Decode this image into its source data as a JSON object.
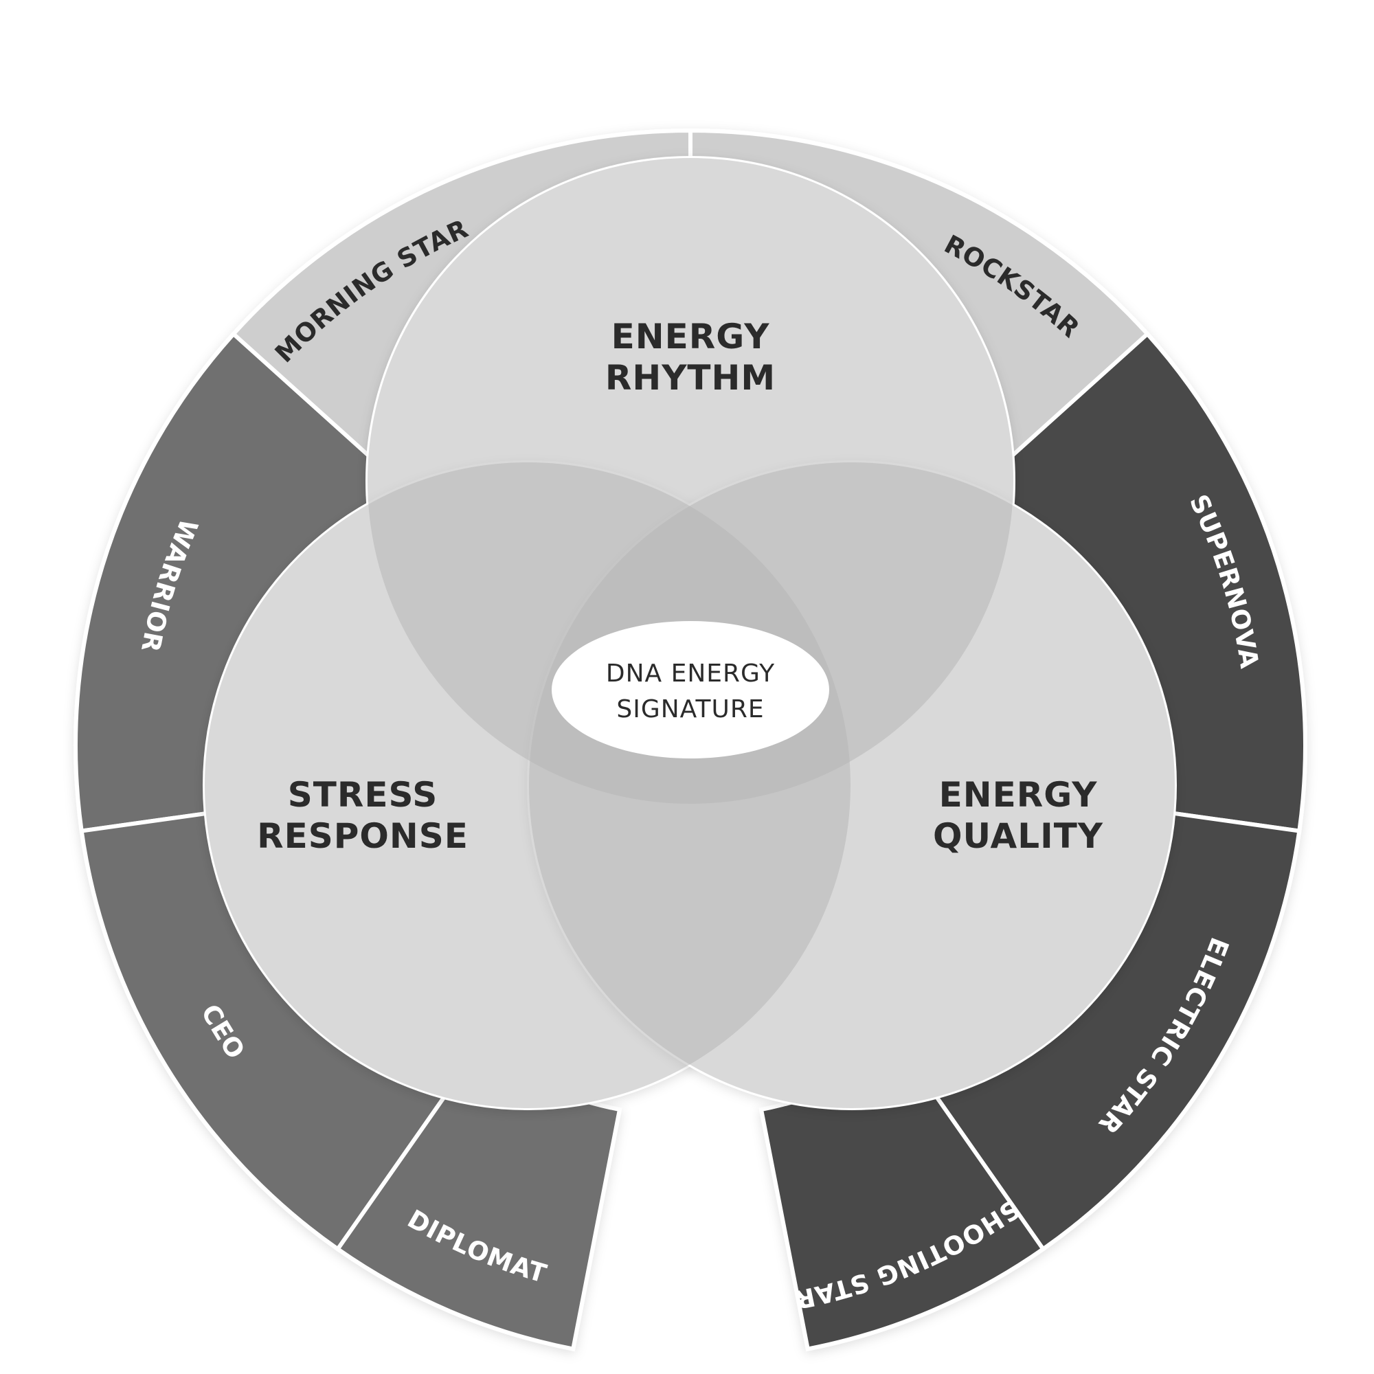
{
  "diagram": {
    "center_label": {
      "line1": "DNA ENERGY",
      "line2": "SIGNATURE"
    },
    "circles": [
      {
        "id": "energy-rhythm",
        "line1": "ENERGY",
        "line2": "RHYTHM"
      },
      {
        "id": "stress-response",
        "line1": "STRESS",
        "line2": "RESPONSE"
      },
      {
        "id": "energy-quality",
        "line1": "ENERGY",
        "line2": "QUALITY"
      }
    ],
    "arc_groups": [
      {
        "group": "energy-rhythm",
        "color": "#cecece",
        "text_color": "#2b2b2b",
        "segments": [
          {
            "label": "MORNING STAR"
          },
          {
            "label": "ROCKSTAR"
          }
        ]
      },
      {
        "group": "stress-response",
        "color": "#6f6f6f",
        "text_color": "#ffffff",
        "segments": [
          {
            "label": "WARRIOR"
          },
          {
            "label": "CEO"
          },
          {
            "label": "DIPLOMAT"
          }
        ]
      },
      {
        "group": "energy-quality",
        "color": "#484848",
        "text_color": "#ffffff",
        "segments": [
          {
            "label": "SUPERNOVA"
          },
          {
            "label": "ELECTRIC STAR"
          },
          {
            "label": "SHOOTING STAR"
          }
        ]
      }
    ],
    "colors": {
      "circle_fill": "#b4b4b4",
      "center_fill": "#ffffff"
    }
  }
}
